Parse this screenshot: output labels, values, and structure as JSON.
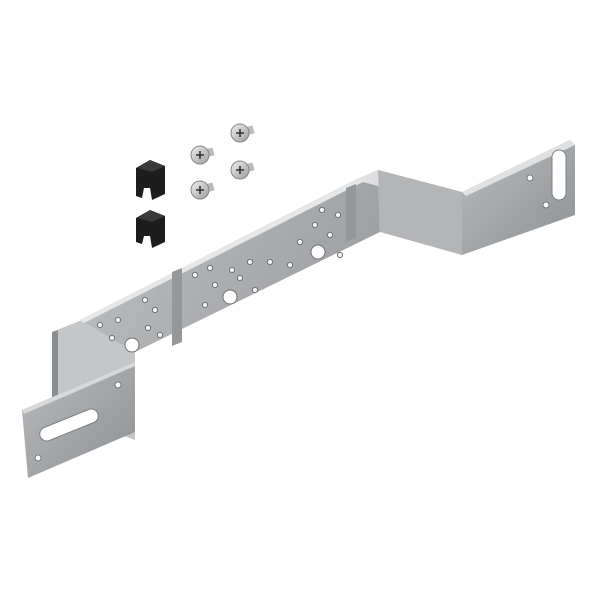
{
  "image": {
    "subject": "",
    "colors": {
      "background": "#ffffff",
      "metal_light": "#d9dadb",
      "metal_mid": "#a9abad",
      "metal_dark": "#7b7e81",
      "clip": "#1c1c1c"
    },
    "parts": {
      "screws": 4,
      "clips": 2,
      "bracket": 1
    }
  }
}
